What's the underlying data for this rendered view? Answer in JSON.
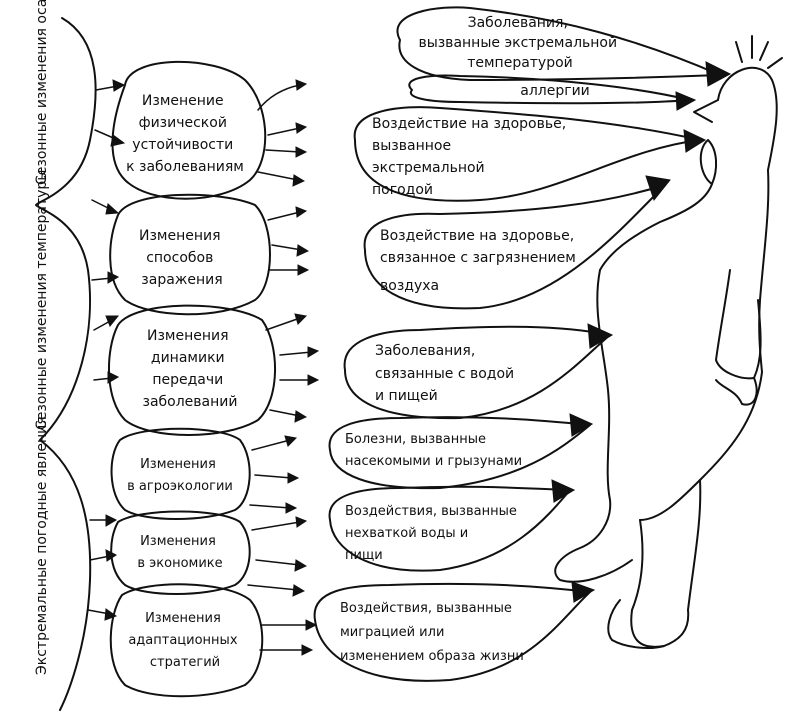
{
  "drivers": [
    {
      "label": "Сезонные изменения осадков"
    },
    {
      "label": "Сезонные изменения температуры"
    },
    {
      "label": "Экстремальные погодные явления"
    }
  ],
  "mechanisms": [
    {
      "lines": [
        "Изменение",
        "физической",
        "устойчивости",
        "к заболеваниям"
      ]
    },
    {
      "lines": [
        "Изменения",
        "способов",
        "заражения"
      ]
    },
    {
      "lines": [
        "Изменения",
        "динамики",
        "передачи",
        "заболеваний"
      ]
    },
    {
      "lines": [
        "Изменения",
        "в агроэкологии"
      ]
    },
    {
      "lines": [
        "Изменения",
        "в экономике"
      ]
    },
    {
      "lines": [
        "Изменения",
        "адаптационных",
        "стратегий"
      ]
    }
  ],
  "impacts": [
    {
      "lines": [
        "Заболевания,",
        "вызванные экстремальной",
        "температурой"
      ]
    },
    {
      "lines": [
        "аллергии"
      ]
    },
    {
      "lines": [
        "Воздействие на здоровье,",
        "вызванное",
        "экстремальной",
        "погодой"
      ]
    },
    {
      "lines": [
        "Воздействие на здоровье,",
        "связанное с загрязнением",
        "воздуха"
      ]
    },
    {
      "lines": [
        "Заболевания,",
        "связанные с водой",
        "и пищей"
      ]
    },
    {
      "lines": [
        "Болезни, вызванные",
        "насекомыми и грызунами"
      ]
    },
    {
      "lines": [
        "Воздействия, вызванные",
        "нехваткой воды и",
        "пищи"
      ]
    },
    {
      "lines": [
        "Воздействия, вызванные",
        "миграцией или",
        "изменением образа жизни"
      ]
    }
  ],
  "icons": {
    "person": "human-figure-icon"
  }
}
